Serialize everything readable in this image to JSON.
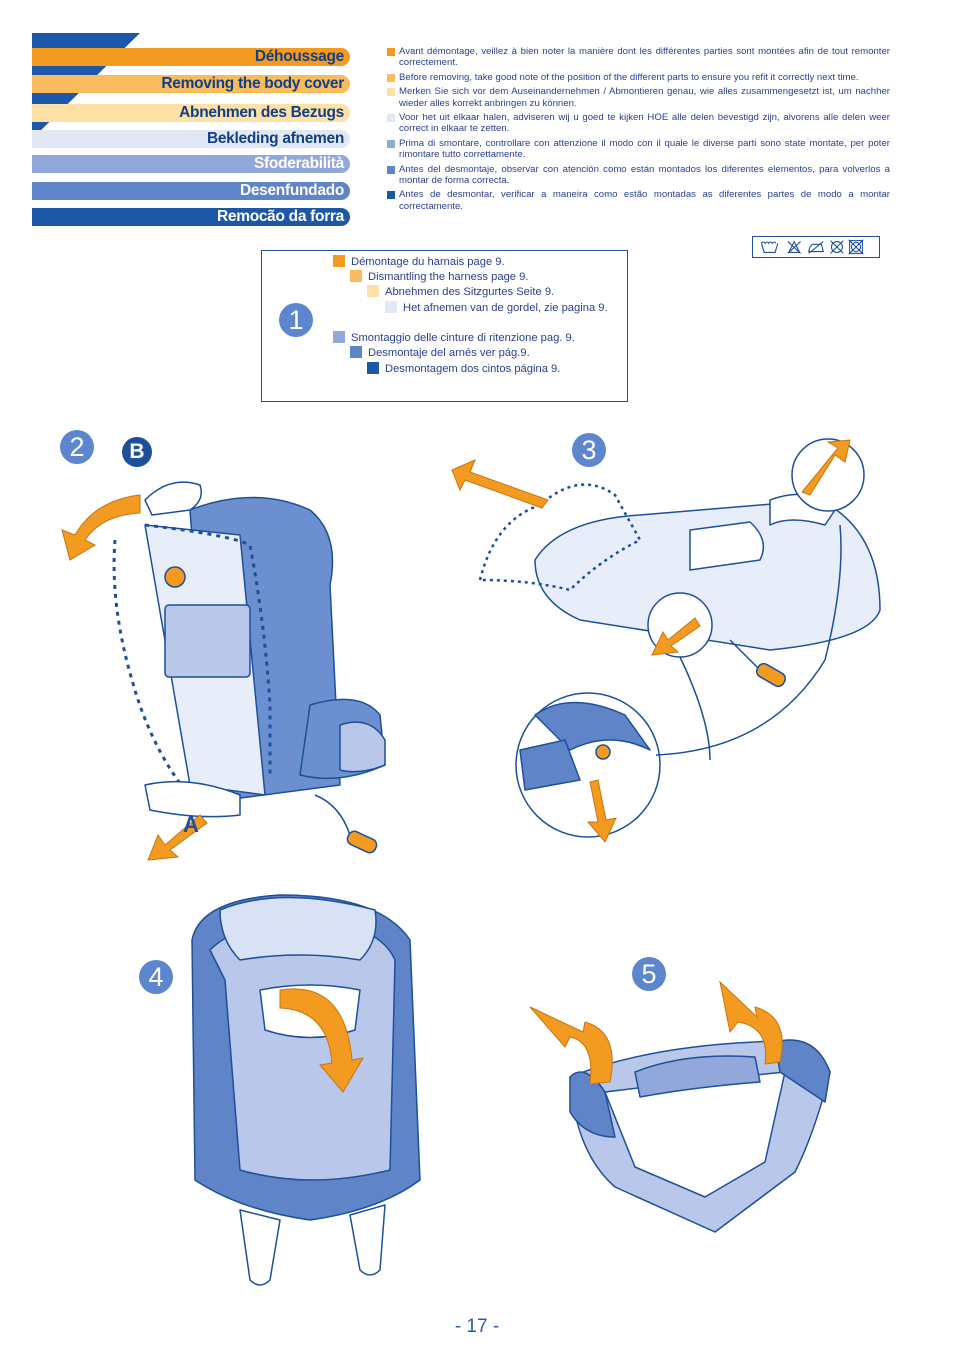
{
  "header": {
    "languages": [
      {
        "label": "Déhoussage",
        "color": "#f39a21"
      },
      {
        "label": "Removing the body cover",
        "color": "#f9bb5b"
      },
      {
        "label": "Abnehmen des Bezugs",
        "color": "#fde1a6"
      },
      {
        "label": "Bekleding afnemen",
        "color": "#e2e8f3"
      },
      {
        "label": "Sfoderabilità",
        "color": "#93a8da"
      },
      {
        "label": "Desenfundado",
        "color": "#5f84c7"
      },
      {
        "label": "Remocão da forra",
        "color": "#1d58a8"
      }
    ],
    "corner_color": "#1d58a8"
  },
  "notes": [
    {
      "text": "Avant démontage, veillez à bien noter la manière dont les différentes parties sont montées afin de tout remonter correctement.",
      "color": "#f39a21"
    },
    {
      "text": "Before removing, take good note of the position of the different parts to ensure you refit it correctly next time.",
      "color": "#f9bb5b"
    },
    {
      "text": "Merken Sie sich vor dem Auseinandernehmen / Abmontieren genau, wie alles zusammengesetzt ist, um nachher wieder alles korrekt anbringen zu können.",
      "color": "#fde1a6"
    },
    {
      "text": "Voor het uit elkaar halen, adviseren wij u goed te kijken HOE alle delen bevestigd zijn, alvorens alle delen weer correct in elkaar te zetten.",
      "color": "#e2e8f3"
    },
    {
      "text": "Prima di smontare, controllare con attenzione il modo con il quale le diverse parti sono state montate, per poter rimontare tutto correttamente.",
      "color": "#93a8da"
    },
    {
      "text": "Antes del desmontaje, observar con atención como están montados los diferentes elementos, para volverlos a montar de forma correcta.",
      "color": "#5f84c7"
    },
    {
      "text": "Antes de desmontar, verificar a maneira como estão montadas as diferentes partes de modo a montar correctamente.",
      "color": "#1d58a8"
    }
  ],
  "care_icons": [
    "wash-30-icon",
    "no-bleach-icon",
    "low-iron-icon",
    "no-dry-clean-icon",
    "no-tumble-dry-icon"
  ],
  "step1": {
    "number": "1",
    "lines": [
      {
        "text": "Démontage du harnais page 9.",
        "color": "#f39a21"
      },
      {
        "text": "Dismantling the harness page 9.",
        "color": "#f9bb5b"
      },
      {
        "text": "Abnehmen des Sitzgurtes Seite 9.",
        "color": "#fde1a6"
      },
      {
        "text": "Het afnemen van de gordel, zie pagina 9.",
        "color": "#e2e8f3"
      },
      {
        "text": "Smontaggio delle cinture di ritenzione pag. 9.",
        "color": "#93a8da"
      },
      {
        "text": "Desmontaje del arnés ver pág.9.",
        "color": "#5f84c7"
      },
      {
        "text": "Desmontagem dos cintos página 9.",
        "color": "#1d58a8"
      }
    ]
  },
  "steps": {
    "step2": {
      "number": "2",
      "label_b": "B",
      "label_a": "A"
    },
    "step3": {
      "number": "3"
    },
    "step4": {
      "number": "4"
    },
    "step5": {
      "number": "5"
    }
  },
  "colors": {
    "arrow": "#f39a21",
    "seat_dark": "#5f84c7",
    "seat_light": "#b9c8ea",
    "outline": "#1d4f9a"
  },
  "page_number": "- 17 -"
}
